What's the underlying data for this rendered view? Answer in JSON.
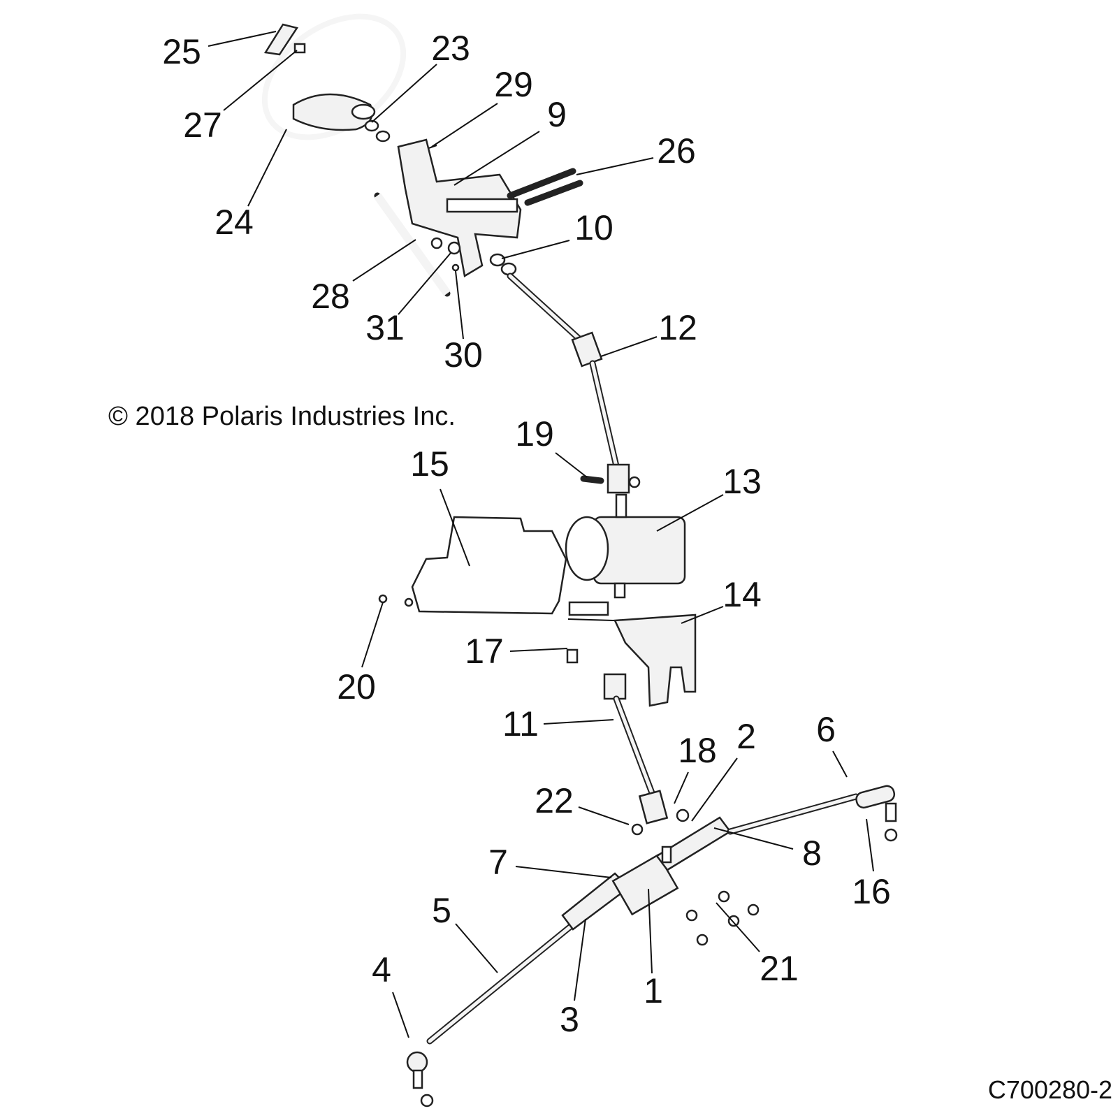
{
  "copyright": "© 2018 Polaris Industries Inc.",
  "diagram_code": "C700280-2",
  "callouts": [
    "1",
    "2",
    "3",
    "4",
    "5",
    "6",
    "7",
    "8",
    "9",
    "10",
    "11",
    "12",
    "13",
    "14",
    "15",
    "16",
    "17",
    "18",
    "19",
    "20",
    "21",
    "22",
    "23",
    "24",
    "25",
    "26",
    "27",
    "28",
    "29",
    "30",
    "31"
  ]
}
